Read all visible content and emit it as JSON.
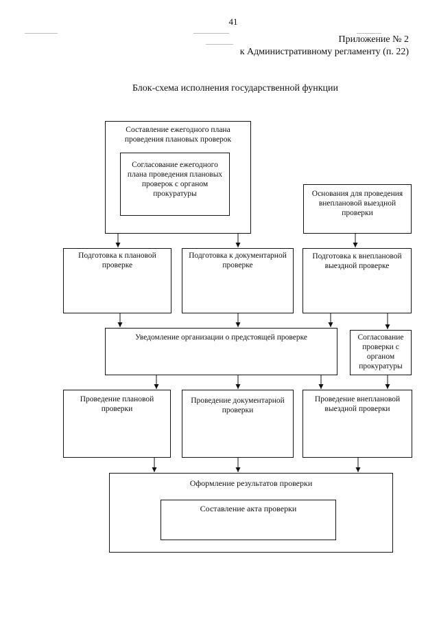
{
  "header": {
    "page_number": "41",
    "appendix": "Приложение № 2",
    "appendix_ref": "к Административному регламенту (п. 22)"
  },
  "title": "Блок-схема исполнения государственной функции",
  "boxes": {
    "annual_plan": "Составление ежегодного плана проведения плановых проверок",
    "plan_approval": "Согласование ежегодного плана проведения плановых проверок с органом прокуратуры",
    "unscheduled_grounds": "Основания для проведения внеплановой выездной проверки",
    "prep_scheduled": "Подготовка к плановой проверке",
    "prep_documentary": "Подготовка к документарной проверке",
    "prep_unscheduled": "Подготовка к внеплановой выездной проверке",
    "notification": "Уведомление организации о предстоящей проверке",
    "prosecutor_approval": "Согласование проверки с органом прокуратуры",
    "conduct_scheduled": "Проведение плановой проверки",
    "conduct_documentary": "Проведение документарной проверки",
    "conduct_unscheduled": "Проведение внеплановой выездной проверки",
    "results": "Оформление результатов проверки",
    "act": "Составление акта проверки"
  }
}
